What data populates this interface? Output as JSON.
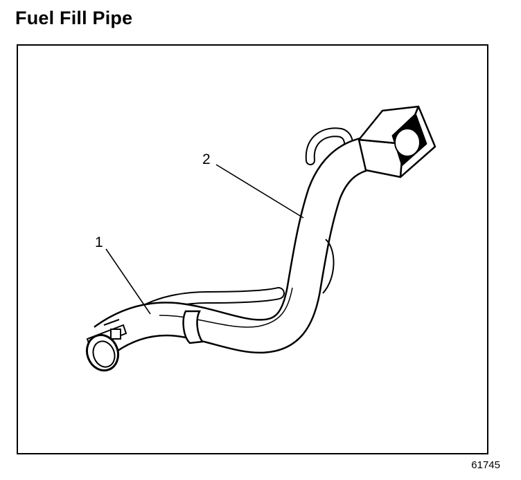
{
  "title": "Fuel Fill Pipe",
  "callouts": [
    {
      "number": "1",
      "part": "fuel-fill-pipe-hose"
    },
    {
      "number": "2",
      "part": "fuel-fill-pipe"
    }
  ],
  "figure_id": "61745"
}
